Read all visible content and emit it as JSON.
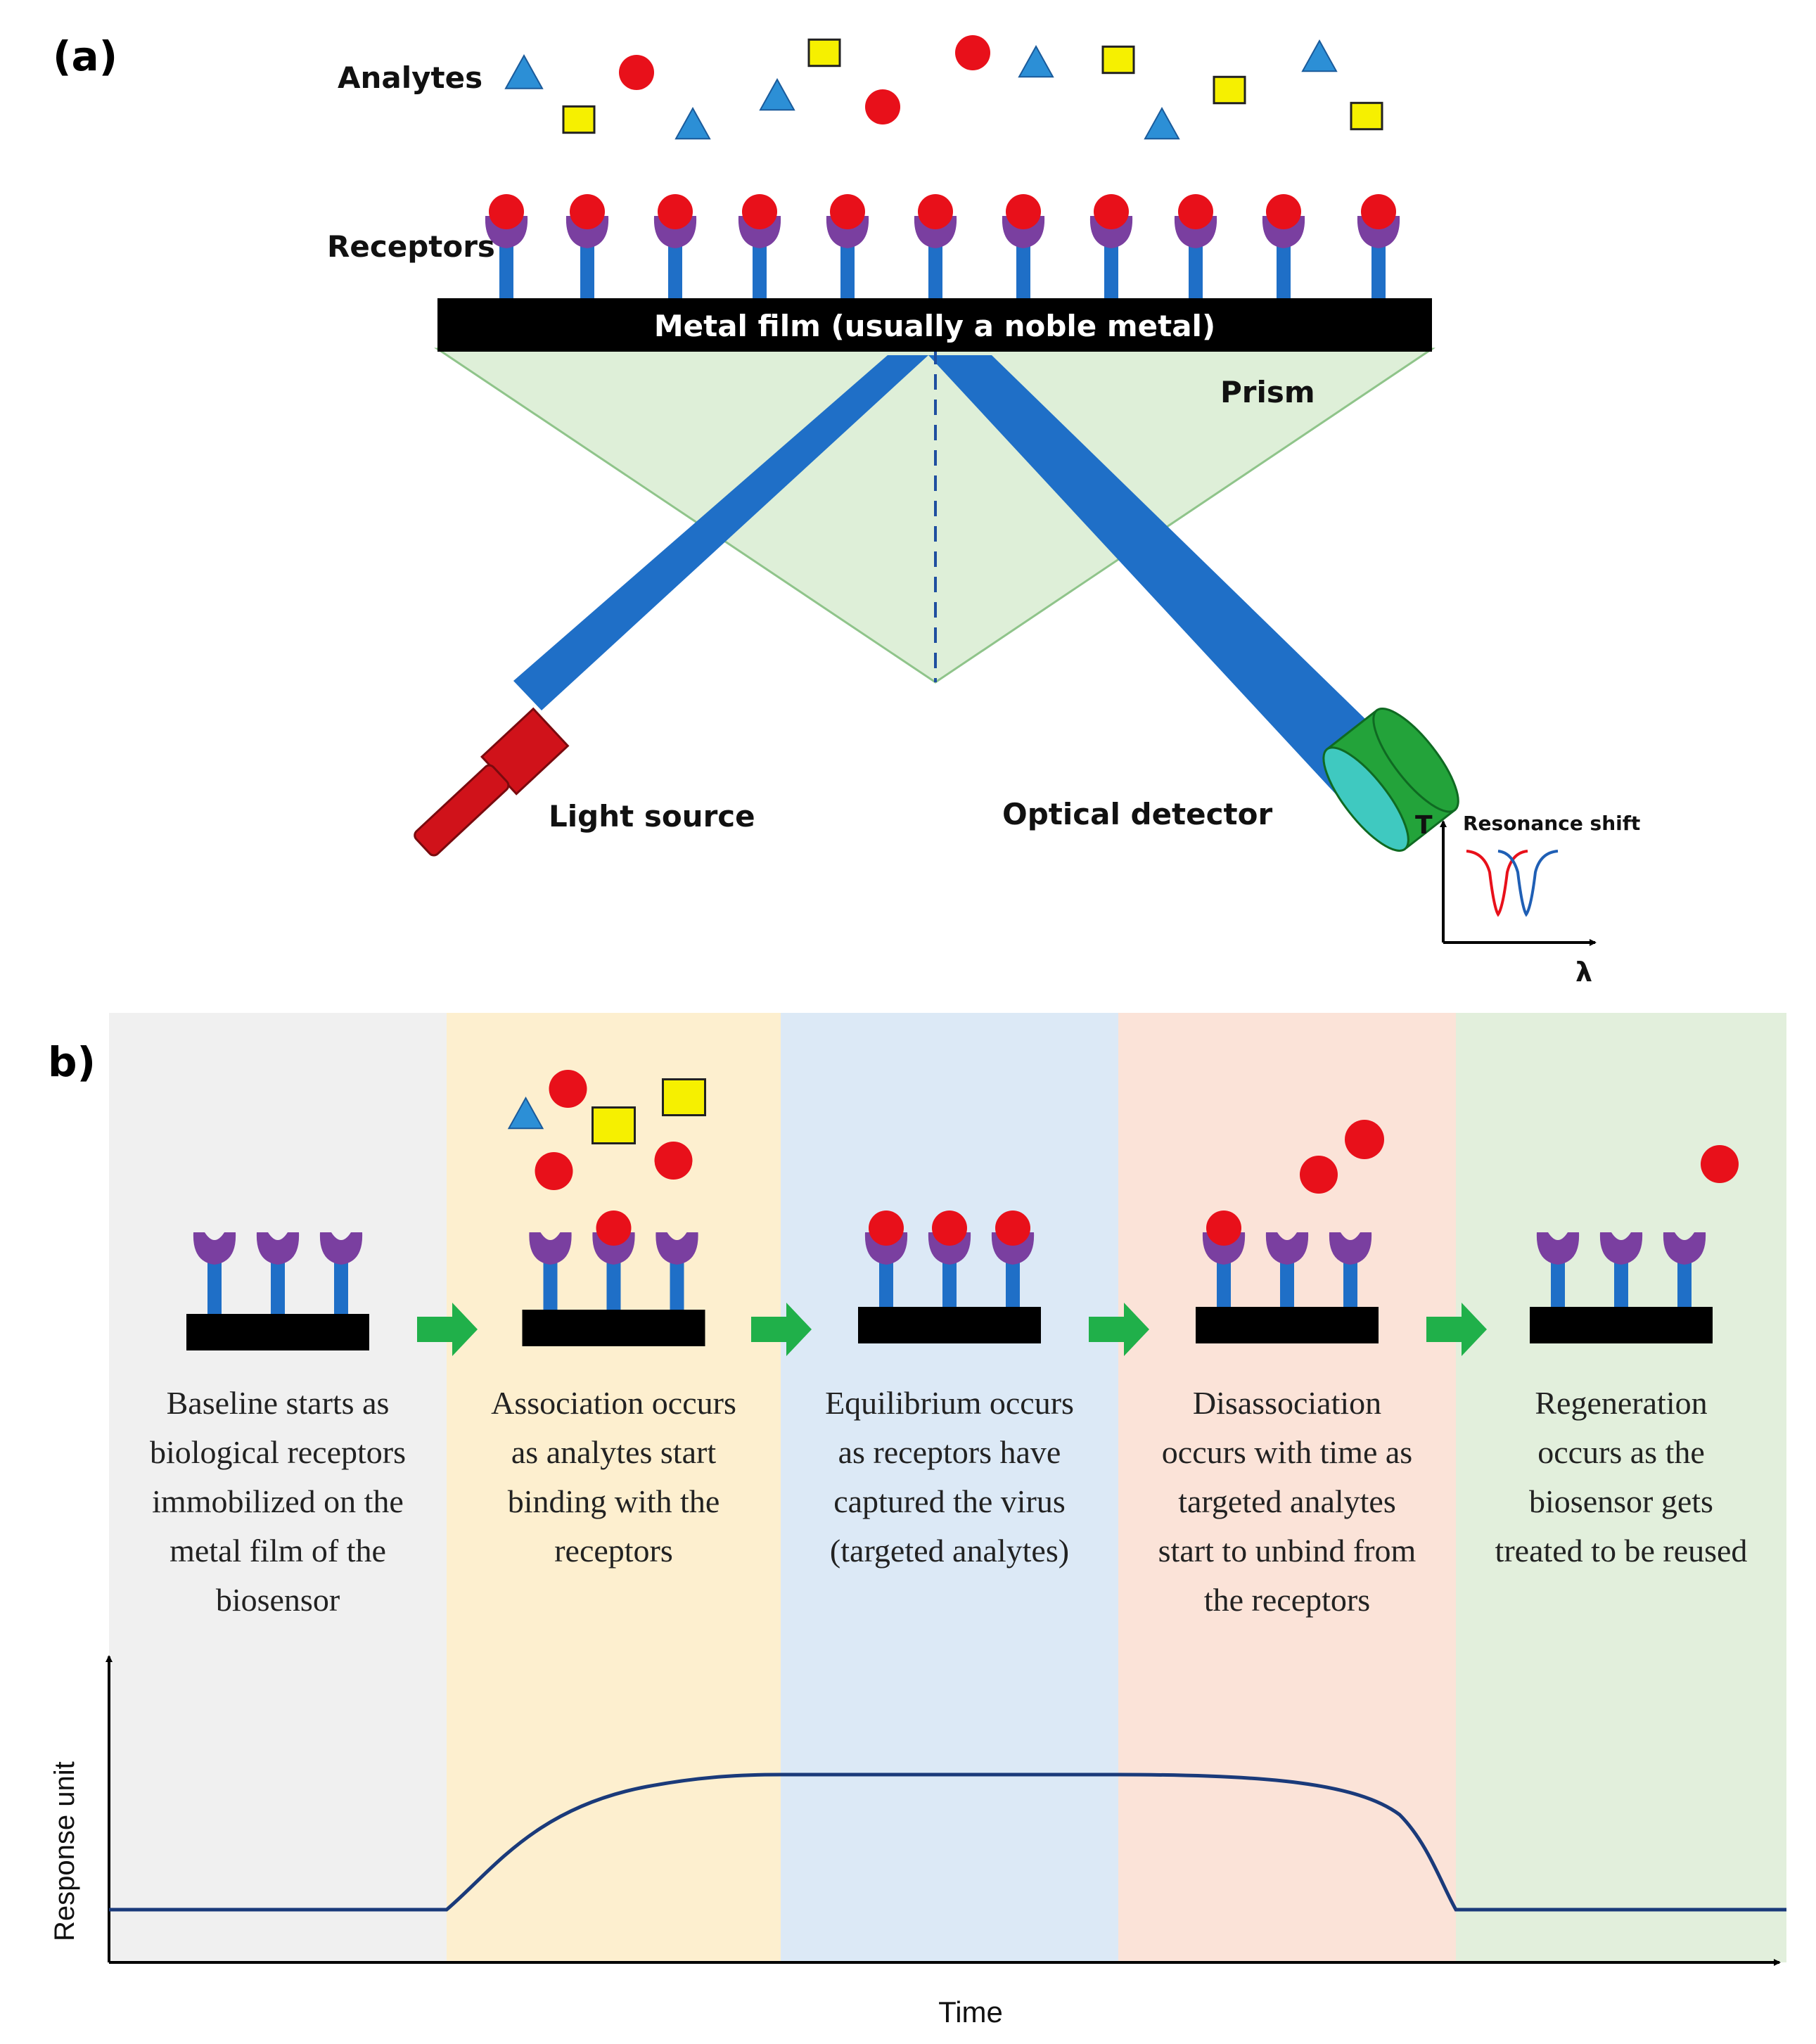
{
  "panel_a": {
    "panel_label": "(a)",
    "analytes_label": "Analytes",
    "receptors_label": "Receptors",
    "metal_film_label": "Metal film (usually a noble metal)",
    "prism_label": "Prism",
    "light_source_label": "Light source",
    "optical_detector_label": "Optical detector",
    "inset": {
      "y_axis_label": "T",
      "title": "Resonance shift",
      "x_axis_label": "λ"
    }
  },
  "panel_b": {
    "panel_label": "b)",
    "stages": [
      {
        "name": "baseline",
        "lines": [
          "Baseline starts as",
          "biological receptors",
          "immobilized on the",
          "metal film of the",
          "biosensor"
        ],
        "color": "#f0f0f0"
      },
      {
        "name": "association",
        "lines": [
          "Association occurs",
          "as analytes start",
          "binding with the",
          "receptors"
        ],
        "color": "#fdefcf"
      },
      {
        "name": "equilibrium",
        "lines": [
          "Equilibrium occurs",
          "as receptors have",
          "captured the virus",
          "(targeted analytes)"
        ],
        "color": "#dce9f6"
      },
      {
        "name": "disassociation",
        "lines": [
          "Disassociation",
          "occurs with time as",
          "targeted analytes",
          "start to unbind from",
          "the receptors"
        ],
        "color": "#fbe3d8"
      },
      {
        "name": "regeneration",
        "lines": [
          "Regeneration",
          "occurs as the",
          "biosensor gets",
          "treated to be reused"
        ],
        "color": "#e2efdc"
      }
    ],
    "y_axis_label": "Response unit",
    "x_axis_label": "Time"
  },
  "colors": {
    "beam": "#1f6fc7",
    "prism": "#deefd8",
    "metal_film": "#000000",
    "receptor_stem": "#1f6fc7",
    "receptor_head": "#7a3fa0",
    "analyte_circle": "#e8101a",
    "analyte_triangle": "#2c8fd6",
    "analyte_square": "#f6f000",
    "light_source": "#d0121a",
    "detector": "#23a33a",
    "arrow": "#20b04a",
    "curve": "#1a3a7a",
    "inset_red": "#e8101a",
    "inset_blue": "#1f5fb5"
  }
}
